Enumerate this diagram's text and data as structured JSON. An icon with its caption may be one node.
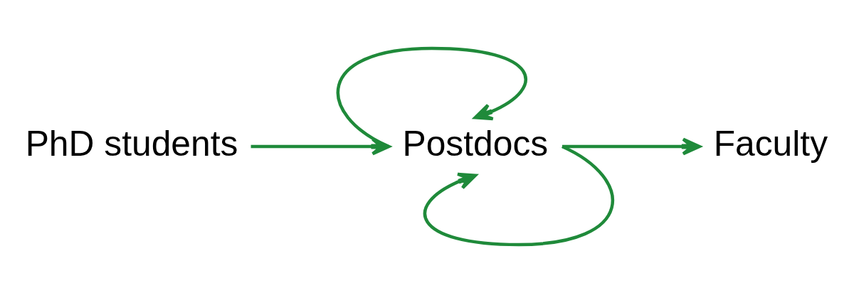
{
  "diagram": {
    "nodes": [
      {
        "text": [
          "PhD students"
        ]
      },
      {
        "text": [
          "Postdocs"
        ]
      },
      {
        "text": [
          "Faculty"
        ]
      }
    ],
    "edges": [
      {
        "from": 0,
        "to": 1,
        "arrow": "to"
      },
      {
        "from": 1,
        "to": 2,
        "arrow": "to"
      },
      {
        "from": 1,
        "to": 1,
        "arrow": "to"
      },
      {
        "from": 1,
        "to": 1,
        "arrow": "to"
      }
    ]
  }
}
